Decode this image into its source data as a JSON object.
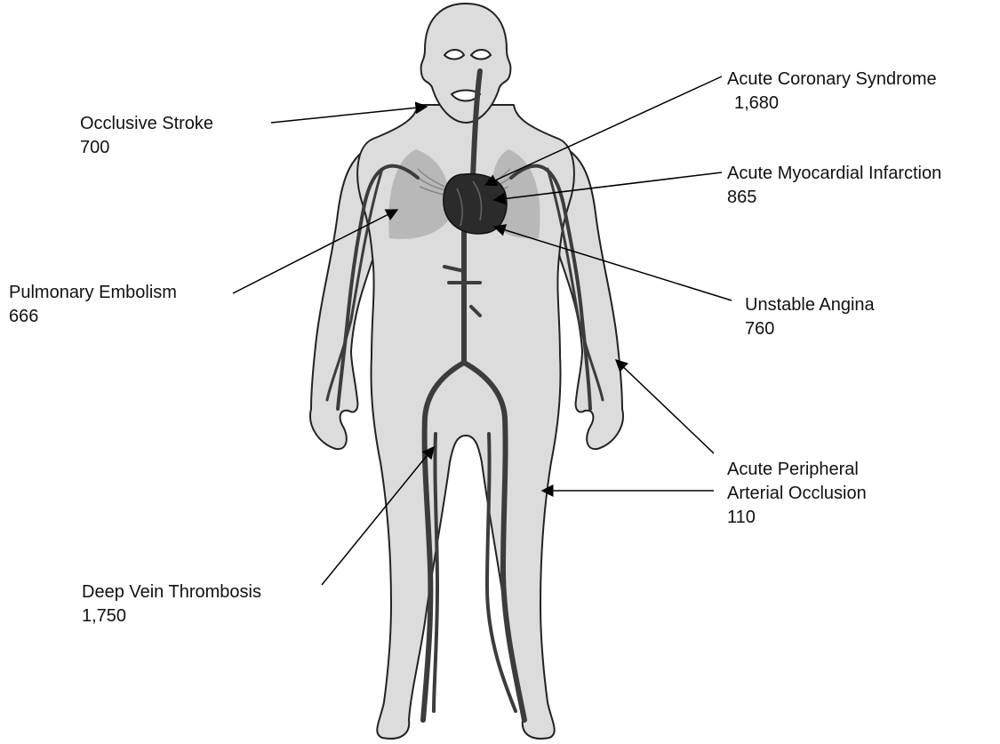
{
  "callouts": {
    "occlusive_stroke": {
      "label": "Occlusive Stroke",
      "value": "700"
    },
    "acute_coronary_syndrome": {
      "label": "Acute Coronary Syndrome",
      "value": "1,680"
    },
    "acute_myocardial_infarction": {
      "label": "Acute Myocardial Infarction",
      "value": "865"
    },
    "pulmonary_embolism": {
      "label": "Pulmonary Embolism",
      "value": "666"
    },
    "unstable_angina": {
      "label": "Unstable Angina",
      "value": "760"
    },
    "acute_peripheral_arterial_occlusion": {
      "label_line1": "Acute Peripheral",
      "label_line2": "Arterial Occlusion",
      "value": "110"
    },
    "deep_vein_thrombosis": {
      "label": "Deep Vein Thrombosis",
      "value": "1,750"
    }
  },
  "colors": {
    "body_fill": "#dcdcdc",
    "lung_fill": "#b8b8b8",
    "vessel": "#3c3c3c",
    "heart": "#2b2b2b",
    "outline": "#222222",
    "arrow": "#000000"
  },
  "icons": {
    "figure": "human-body-circulatory-system-icon",
    "heart": "heart-icon",
    "lungs": "lungs-icon"
  }
}
